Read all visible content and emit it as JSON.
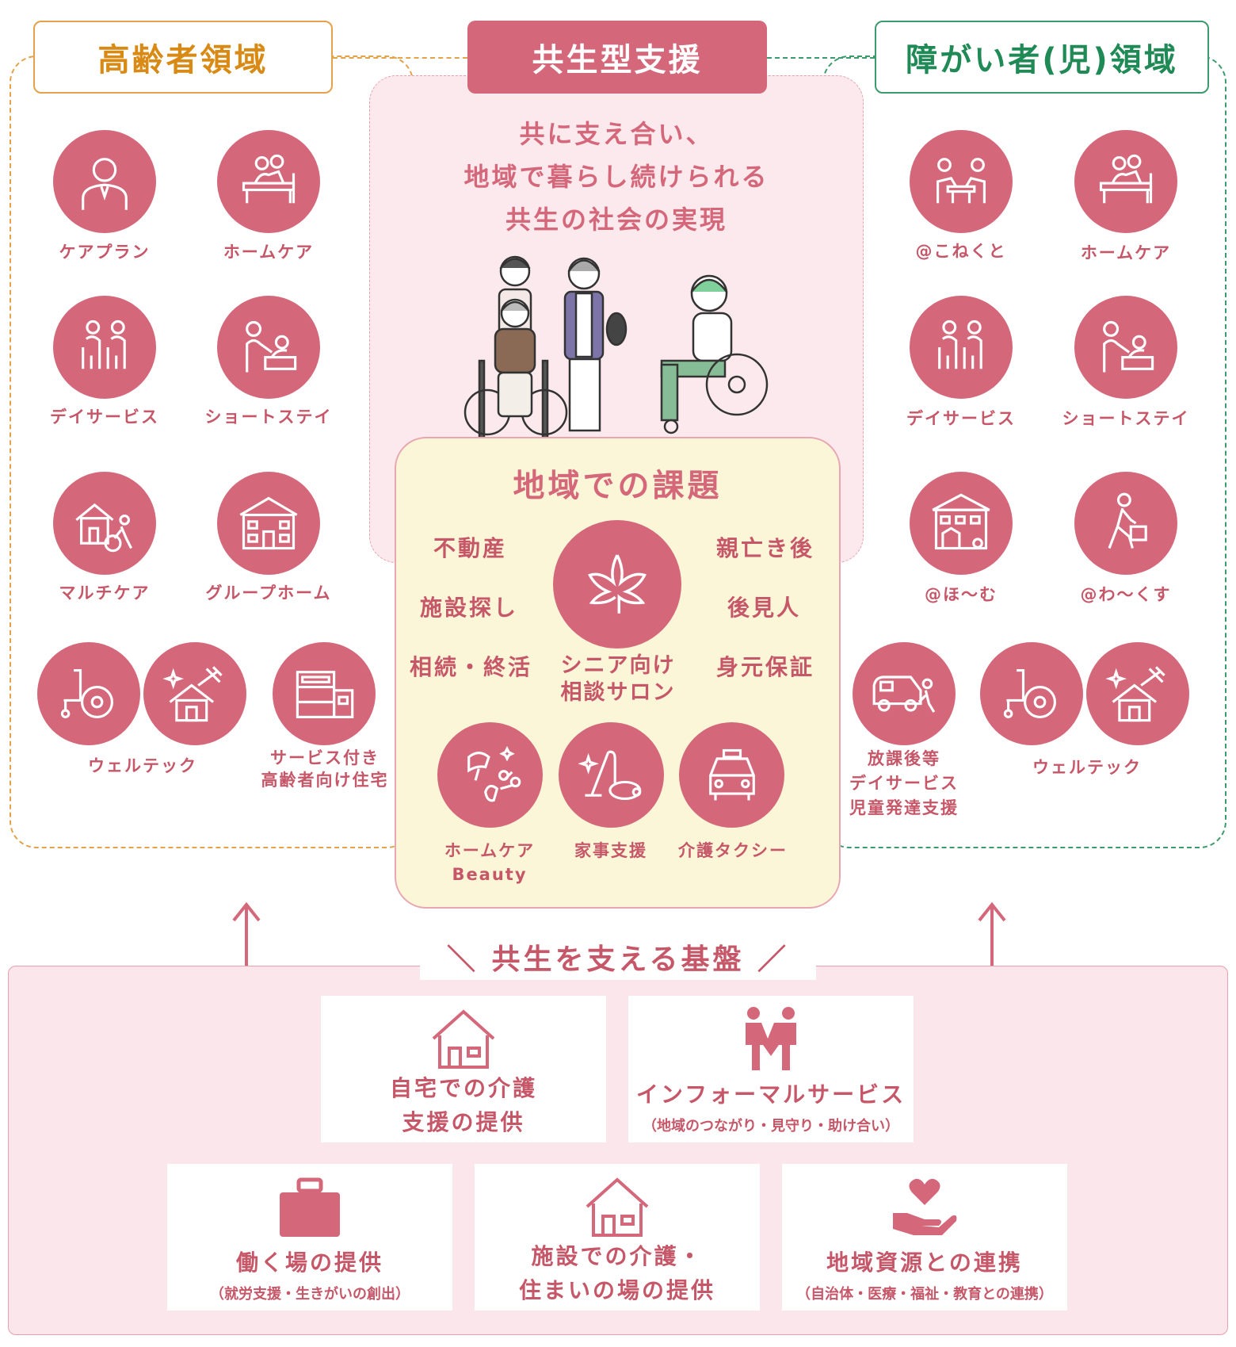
{
  "colors": {
    "primary": "#d4687a",
    "elder": "#d88a14",
    "disability": "#1f8a55",
    "issues_bg": "#fcf6d8",
    "base_bg": "#fbe7eb"
  },
  "headers": {
    "elder": "高齢者領域",
    "kyosei": "共生型支援",
    "disability": "障がい者(児)領域"
  },
  "vision": [
    "共に支え合い、",
    "地域で暮らし続けられる",
    "共生の社会の実現"
  ],
  "elder_services": [
    {
      "label": "ケアプラン",
      "icon": "person-icon"
    },
    {
      "label": "ホームケア",
      "icon": "home-care-icon"
    },
    {
      "label": "デイサービス",
      "icon": "day-service-icon"
    },
    {
      "label": "ショートステイ",
      "icon": "short-stay-icon"
    },
    {
      "label": "マルチケア",
      "icon": "multi-care-icon"
    },
    {
      "label": "グループホーム",
      "icon": "group-home-icon"
    },
    {
      "label": "ウェルテック",
      "icon": "wheelchair-icon"
    },
    {
      "label": "サービス付き\n高齢者向け住宅",
      "icon": "apartment-icon"
    }
  ],
  "disability_services": [
    {
      "label": "@こねくと",
      "icon": "meeting-icon"
    },
    {
      "label": "ホームケア",
      "icon": "home-care-icon"
    },
    {
      "label": "デイサービス",
      "icon": "day-service-icon"
    },
    {
      "label": "ショートステイ",
      "icon": "short-stay-icon"
    },
    {
      "label": "@ほ〜む",
      "icon": "house-icon"
    },
    {
      "label": "@わ〜くす",
      "icon": "worker-icon"
    },
    {
      "label": "放課後等\nデイサービス\n児童発達支援",
      "icon": "van-icon"
    },
    {
      "label": "ウェルテック",
      "icon": "wheelchair-icon"
    }
  ],
  "issues": {
    "title": "地域での課題",
    "left": [
      "不動産",
      "施設探し",
      "相続・終活"
    ],
    "right": [
      "親亡き後",
      "後見人",
      "身元保証"
    ],
    "center_label": "シニア向け\n相談サロン",
    "center_icon": "leaf-icon",
    "services": [
      {
        "label": "ホームケア\nBeauty",
        "icon": "beauty-icon"
      },
      {
        "label": "家事支援",
        "icon": "vacuum-icon"
      },
      {
        "label": "介護タクシー",
        "icon": "taxi-icon"
      }
    ]
  },
  "base": {
    "title": "＼ 共生を支える基盤 ／",
    "cards": [
      {
        "title": "自宅での介護\n支援の提供",
        "sub": "",
        "icon": "house-icon"
      },
      {
        "title": "インフォーマルサービス",
        "sub": "（地域のつながり・見守り・助け合い）",
        "icon": "people-icon"
      },
      {
        "title": "働く場の提供",
        "sub": "（就労支援・生きがいの創出）",
        "icon": "briefcase-icon"
      },
      {
        "title": "施設での介護・\n住まいの場の提供",
        "sub": "",
        "icon": "house-icon"
      },
      {
        "title": "地域資源との連携",
        "sub": "（自治体・医療・福祉・教育との連携）",
        "icon": "heart-hand-icon"
      }
    ]
  }
}
